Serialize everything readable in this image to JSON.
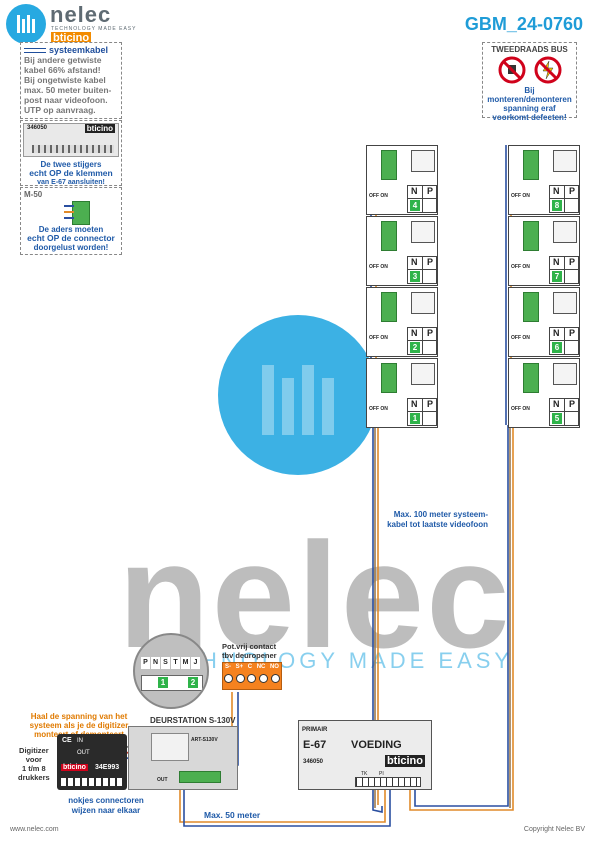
{
  "header": {
    "brand": "nelec",
    "brand_tagline": "TECHNOLOGY MADE EASY",
    "partner_brand": "bticino",
    "doc_code": "GBM_24-0760"
  },
  "watermark": {
    "word": "nelec",
    "tagline": "TECHNOLOGY MADE EASY"
  },
  "cable_note": {
    "title": "systeemkabel",
    "lines": [
      "Bij andere getwiste",
      "kabel 66% afstand!",
      "Bij ongetwiste kabel",
      "max. 50 meter buiten-",
      "post naar videofoon.",
      "UTP op aanvraag."
    ]
  },
  "terminal_note": {
    "device_code": "346050",
    "device_brand": "bticino",
    "line1": "De twee stijgers",
    "line2": "echt OP de klemmen",
    "line3": "van E-67 aansluiten!"
  },
  "m50_note": {
    "title": "M-50",
    "line1": "De aders moeten",
    "line2": "echt OP de connector",
    "line3": "doorgelust worden!"
  },
  "bus_warning": {
    "title": "TWEEDRAADS BUS",
    "line1": "Bij monteren/demonteren",
    "line2": "spanning eraf",
    "line3": "voorkomt defecten!"
  },
  "monitors": {
    "n_label": "N",
    "p_label": "P",
    "off_on": "OFF ON",
    "left_ids": [
      "4",
      "3",
      "2",
      "1"
    ],
    "right_ids": [
      "8",
      "7",
      "6",
      "5"
    ]
  },
  "cable_length_note": {
    "line1": "Max. 100 meter systeem-",
    "line2": "kabel tot laatste videofoon"
  },
  "door_station": {
    "title": "DEURSTATION S-130V",
    "terminals": [
      "P",
      "N",
      "S",
      "T",
      "M",
      "J"
    ],
    "badge1": "1",
    "badge2": "2",
    "model_code": "ART-S130V",
    "out_label": "OUT"
  },
  "contact": {
    "line1": "Pot.vrij contact",
    "line2": "tbv deuropener",
    "terminals": [
      "S-",
      "S+",
      "C",
      "NC",
      "NO"
    ]
  },
  "power_supply": {
    "primary_label": "PRIMAIR",
    "model": "E-67",
    "name": "VOEDING",
    "code": "346050",
    "brand": "bticino",
    "terminal_labels": [
      "TK",
      "PI"
    ]
  },
  "digitizer_note": {
    "title1": "Haal de spanning van het",
    "title2": "systeem als je de digitizer",
    "title3": "monteert of demonteert",
    "side1": "Digitizer",
    "side2": "voor",
    "side3": "1 t/m 8",
    "side4": "drukkers",
    "code": "34E993",
    "brand": "bticino",
    "in_label": "IN",
    "out_label": "OUT",
    "bottom1": "nokjes connectoren",
    "bottom2": "wijzen naar elkaar"
  },
  "max50": "Max. 50 meter",
  "footer": {
    "left": "www.nelec.com",
    "right": "Copyright Nelec BV"
  },
  "colors": {
    "brand_blue": "#27a9e1",
    "wire_orange": "#e08a2a",
    "wire_blue": "#2a4fa0",
    "accent_green": "#2fb34a",
    "warning_red": "#d0021b"
  }
}
